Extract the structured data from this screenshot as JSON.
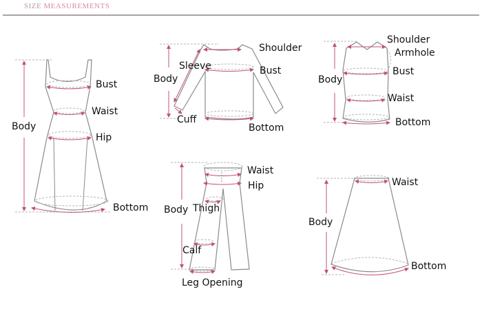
{
  "header": {
    "title_part1": "SIZE ",
    "title_part2": "MEASUREMENTS"
  },
  "colors": {
    "outline": "#8a8a8a",
    "arrow": "#c0507a",
    "guide": "#b5b5b5",
    "rule": "#a9a2a8"
  },
  "garments": {
    "dress": {
      "labels": {
        "bust": "Bust",
        "waist": "Waist",
        "hip": "Hip",
        "body": "Body",
        "bottom": "Bottom"
      }
    },
    "long_sleeve_top": {
      "labels": {
        "shoulder": "Shoulder",
        "sleeve": "Sleeve",
        "bust": "Bust",
        "body": "Body",
        "cuff": "Cuff",
        "bottom": "Bottom"
      }
    },
    "vest": {
      "labels": {
        "shoulder": "Shoulder",
        "armhole": "Armhole",
        "bust": "Bust",
        "body": "Body",
        "waist": "Waist",
        "bottom": "Bottom"
      }
    },
    "pants": {
      "labels": {
        "waist": "Waist",
        "hip": "Hip",
        "body": "Body",
        "thigh": "Thigh",
        "calf": "Calf",
        "leg_opening": "Leg Opening"
      }
    },
    "skirt": {
      "labels": {
        "waist": "Waist",
        "body": "Body",
        "bottom": "Bottom"
      }
    }
  }
}
